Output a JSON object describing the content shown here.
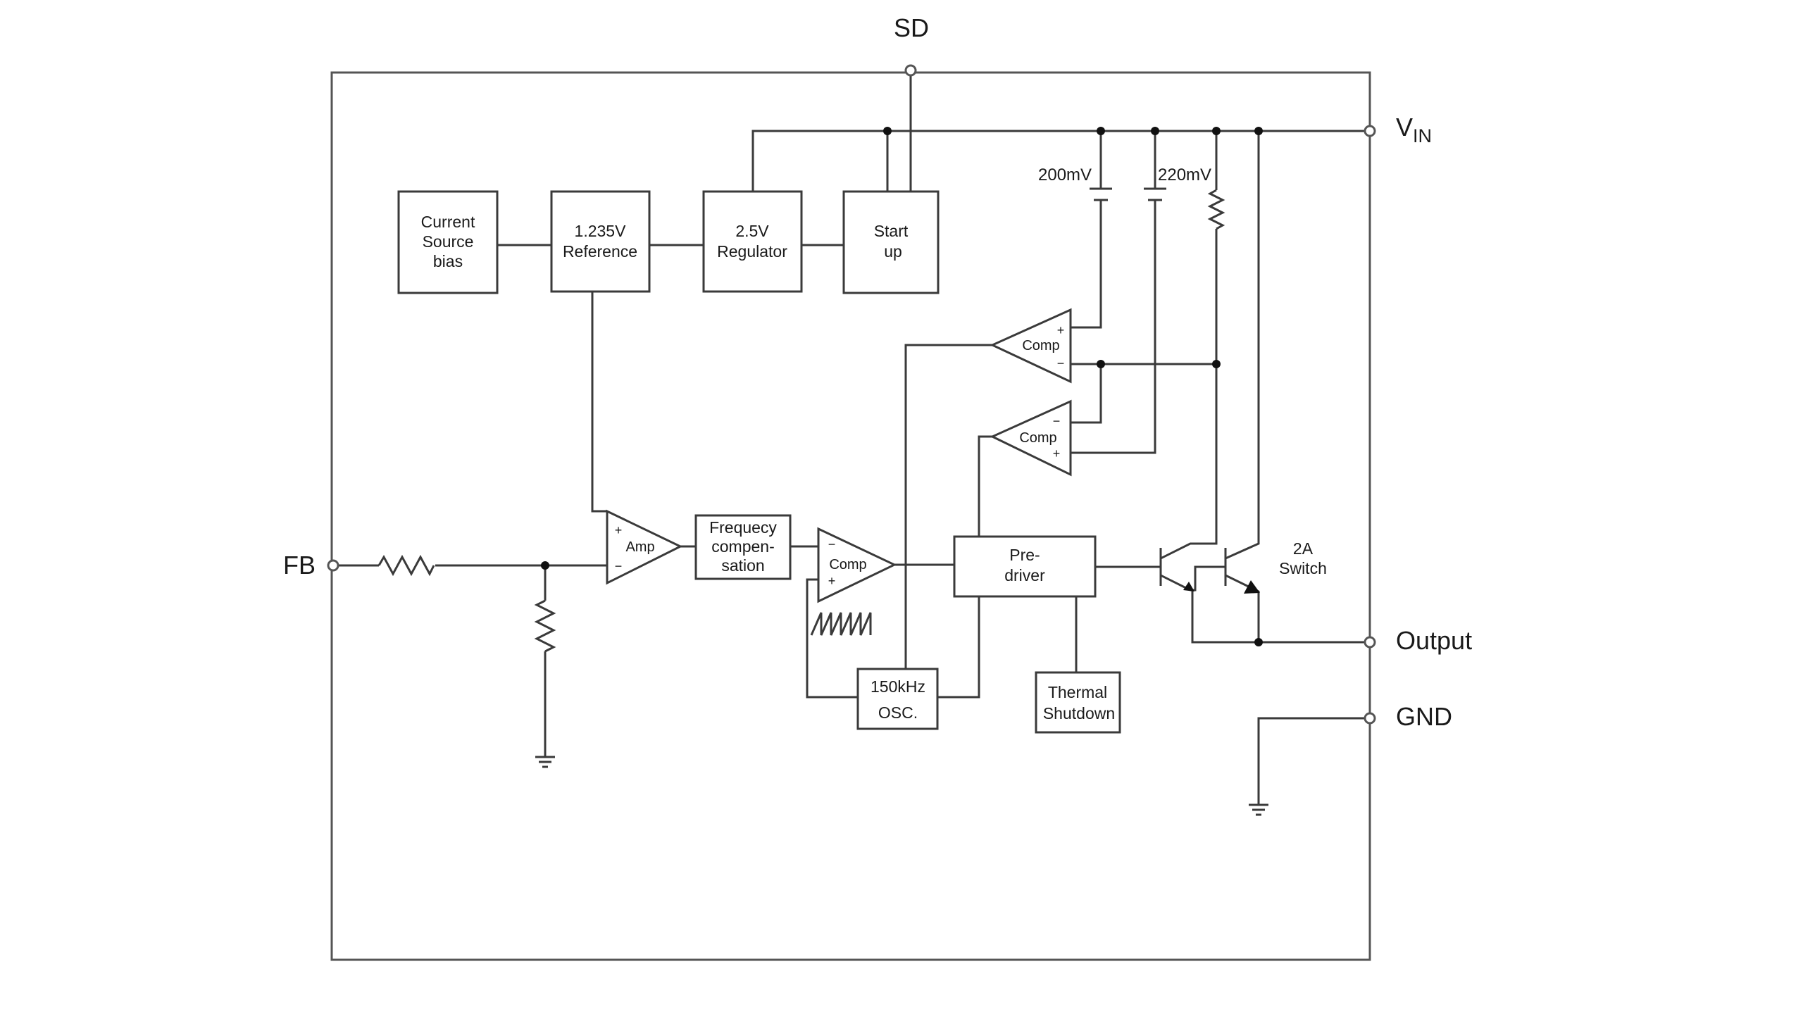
{
  "pins": {
    "sd": "SD",
    "vin": "V",
    "vin_sub": "IN",
    "fb": "FB",
    "output": "Output",
    "gnd": "GND"
  },
  "blocks": {
    "current_source": [
      "Current",
      "Source",
      "bias"
    ],
    "reference": [
      "1.235V",
      "Reference"
    ],
    "regulator": [
      "2.5V",
      "Regulator"
    ],
    "startup": [
      "Start",
      "up"
    ],
    "freq_comp": [
      "Frequecy",
      "compen-",
      "sation"
    ],
    "predriver": [
      "Pre-",
      "driver"
    ],
    "oscillator": [
      "150kHz",
      "OSC."
    ],
    "thermal": [
      "Thermal",
      "Shutdown"
    ]
  },
  "amplifiers": {
    "amp": "Amp",
    "comp": "Comp",
    "plus": "+",
    "minus": "−"
  },
  "labels": {
    "v200": "200mV",
    "v220": "220mV",
    "switch": [
      "2A",
      "Switch"
    ]
  }
}
